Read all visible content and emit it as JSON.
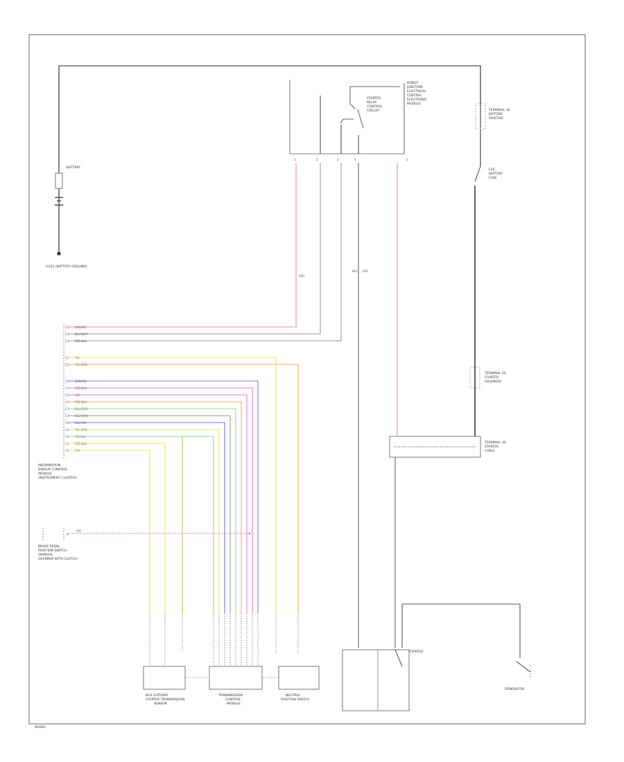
{
  "figure_code": "W0001",
  "labels": {
    "battery": "BATTERY",
    "ground": "G101 (BATTERY GROUND)",
    "relay_box": [
      "ROBOT",
      "JUNCTION",
      "ELECTRICAL",
      "CENTRAL",
      "ELECTRONIC",
      "MODULE"
    ],
    "relay_inner": [
      "STARTER",
      "RELAY",
      "CONTROL",
      "CIRCUIT"
    ],
    "terminal_30_top": [
      "TERMINAL 30",
      "BATTERY",
      "POSITIVE"
    ],
    "fuse": [
      "F20",
      "BATTERY",
      "FUSE"
    ],
    "terminal_50_mid": [
      "TERMINAL 50",
      "STARTER",
      "SOLENOID"
    ],
    "terminal_30_bus": [
      "TERMINAL 30",
      "STARTER",
      "CABLE"
    ],
    "module_left": [
      "INFORMATION",
      "DISPLAY CONTROL",
      "MODULE",
      "(INSTRUMENT CLUSTER)"
    ],
    "brake_switch": [
      "BRAKE PEDAL",
      "POSITION SWITCH",
      "(MANUAL",
      "GEARBOX WITH CLUTCH)"
    ],
    "comp_left": [
      "BUS GATEWAY",
      "STARTER TRANSMISSION",
      "SENSOR"
    ],
    "comp_mid": [
      "TRANSMISSION",
      "CONTROL",
      "MODULE"
    ],
    "comp_right": [
      "NEUTRAL",
      "POSITION SWITCH"
    ],
    "starter": "STARTER",
    "generator": "GENERATOR"
  },
  "pins": {
    "left_module": [
      "C1",
      "C1",
      "C1",
      "C2",
      "C2",
      "C2",
      "C3",
      "C3",
      "C3",
      "C3",
      "C3",
      "C3",
      "C4",
      "C4",
      "C4",
      "C4"
    ],
    "brake": "A",
    "relay_bottom": [
      "1",
      "2",
      "3",
      "4",
      "5"
    ]
  },
  "wires": {
    "left_module_labels": [
      "GRN-YEL",
      "BLU-WHT",
      "RED-BLU",
      "YEL",
      "YEL-GRN",
      "GRN-YEL",
      "RED-BLU",
      "VIO",
      "RED-BLU",
      "BLU-GRN",
      "BLU-GRN",
      "BLU-VIO",
      "YEL-GRN",
      "YEL-BLU",
      "RED-BLU",
      "VIO"
    ],
    "brake_wire": "VIO",
    "relay_colors": [
      "RED",
      "BLU",
      "GRY"
    ],
    "colors": {
      "black": "#222222",
      "red": "#ff7f9d",
      "yellow": "#f2e84a",
      "violet": "#c86ce8",
      "blue": "#6c72ff",
      "green": "#8fe38a",
      "gray": "#9a9a9a",
      "orange": "#f6b045",
      "magenta": "#f07be0",
      "olive": "#b3cc4a"
    }
  }
}
